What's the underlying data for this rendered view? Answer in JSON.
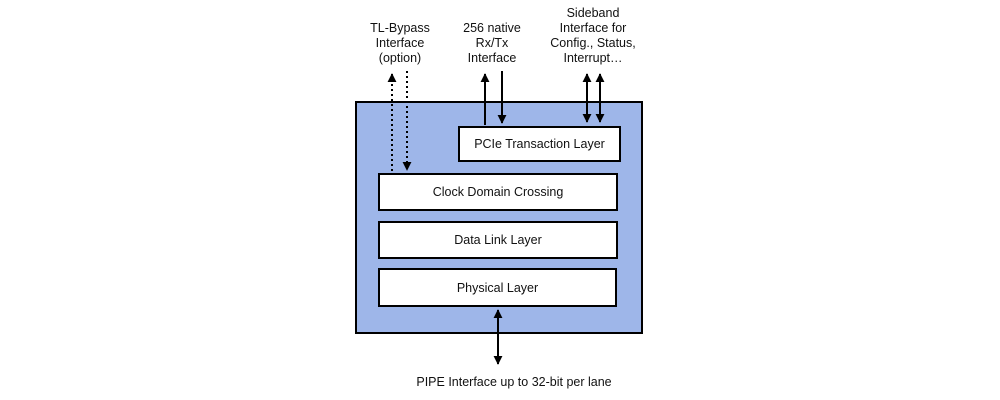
{
  "diagram": {
    "interfaces_top": {
      "tl_bypass": {
        "label": "TL-Bypass\nInterface\n(option)"
      },
      "native_rxtx": {
        "label": "256 native\nRx/Tx\nInterface"
      },
      "sideband": {
        "label": "Sideband\nInterface for\nConfig., Status,\nInterrupt…"
      }
    },
    "core_blocks": {
      "transaction_layer": {
        "label": "PCIe Transaction Layer"
      },
      "clock_domain_crossing": {
        "label": "Clock Domain Crossing"
      },
      "data_link_layer": {
        "label": "Data Link Layer"
      },
      "physical_layer": {
        "label": "Physical Layer"
      }
    },
    "interface_bottom": {
      "pipe": {
        "label": "PIPE Interface up to 32-bit per lane"
      }
    },
    "colors": {
      "container_fill": "#9EB6E9",
      "block_fill": "#FFFFFF",
      "line": "#000000",
      "background": "#FFFFFF"
    }
  }
}
